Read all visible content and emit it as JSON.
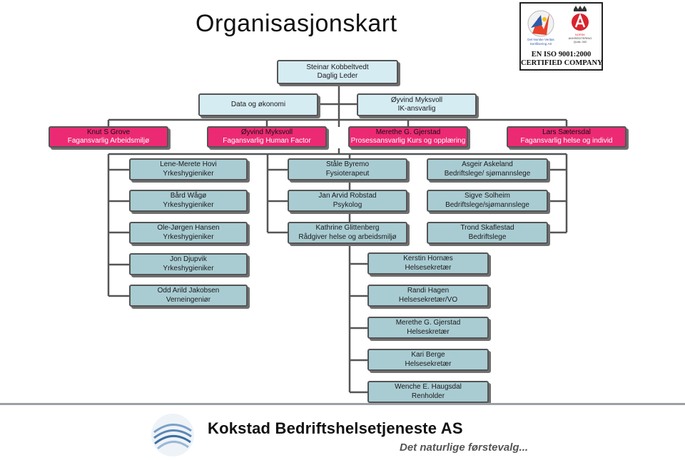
{
  "title": "Organisasjonskart",
  "ceo": {
    "name": "Steinar Kobbeltvedt",
    "role": "Daglig Leder"
  },
  "staff": {
    "left": {
      "name": "Data og økonomi"
    },
    "right": {
      "name": "Øyvind Myksvoll",
      "role": "IK-ansvarlig"
    }
  },
  "departments": [
    {
      "name": "Knut S Grove",
      "role": "Fagansvarlig Arbeidsmiljø"
    },
    {
      "name": "Øyvind Myksvoll",
      "role": "Fagansvarlig Human Factor"
    },
    {
      "name": "Merethe G. Gjerstad",
      "role": "Prosessansvarlig Kurs og opplæring"
    },
    {
      "name": "Lars Sætersdal",
      "role": "Fagansvarlig helse og individ"
    }
  ],
  "col1": [
    {
      "name": "Lene-Merete Hovi",
      "role": "Yrkeshygieniker"
    },
    {
      "name": "Bård Wågø",
      "role": "Yrkeshygieniker"
    },
    {
      "name": "Ole-Jørgen Hansen",
      "role": "Yrkeshygieniker"
    },
    {
      "name": "Jon Djupvik",
      "role": "Yrkeshygieniker"
    },
    {
      "name": "Odd Arild Jakobsen",
      "role": "Verneingeniør"
    }
  ],
  "col2": [
    {
      "name": "Ståle Byremo",
      "role": "Fysioterapeut"
    },
    {
      "name": "Jan Arvid Robstad",
      "role": "Psykolog"
    },
    {
      "name": "Kathrine Glittenberg",
      "role": "Rådgiver helse og arbeidsmiljø"
    }
  ],
  "col3": [
    {
      "name": "Asgeir Askeland",
      "role": "Bedriftslege/ sjømannslege"
    },
    {
      "name": "Sigve Solheim",
      "role": "Bedriftslege/sjømannslege"
    },
    {
      "name": "Trond Skaflestad",
      "role": "Bedriftslege"
    }
  ],
  "secretaries": [
    {
      "name": "Kerstin Hornæs",
      "role": "Helsesekretær"
    },
    {
      "name": "Randi Hagen",
      "role": "Helsesekretær/VO"
    },
    {
      "name": "Merethe G. Gjerstad",
      "role": "Helseskretær"
    },
    {
      "name": "Kari Berge",
      "role": "Helsesekretær"
    },
    {
      "name": "Wenche E. Haugsdal",
      "role": "Renholder"
    }
  ],
  "certificate": {
    "line1": "EN ISO 9001:2000",
    "line2": "CERTIFIED COMPANY",
    "seal_text": [
      "Det Norske",
      "Veritas",
      "Sertifisering AS"
    ],
    "accreditation": [
      "NORSK",
      "AKKREDITERING",
      "QUAL 002"
    ]
  },
  "footer": {
    "company": "Kokstad Bedriftshelsetjeneste AS",
    "slogan": "Det naturlige førstevalg..."
  },
  "colors": {
    "magenta": "#ec2a74",
    "light_blue": "#d6ecf3",
    "teal": "#a9ccd3",
    "connector": "#555555"
  }
}
